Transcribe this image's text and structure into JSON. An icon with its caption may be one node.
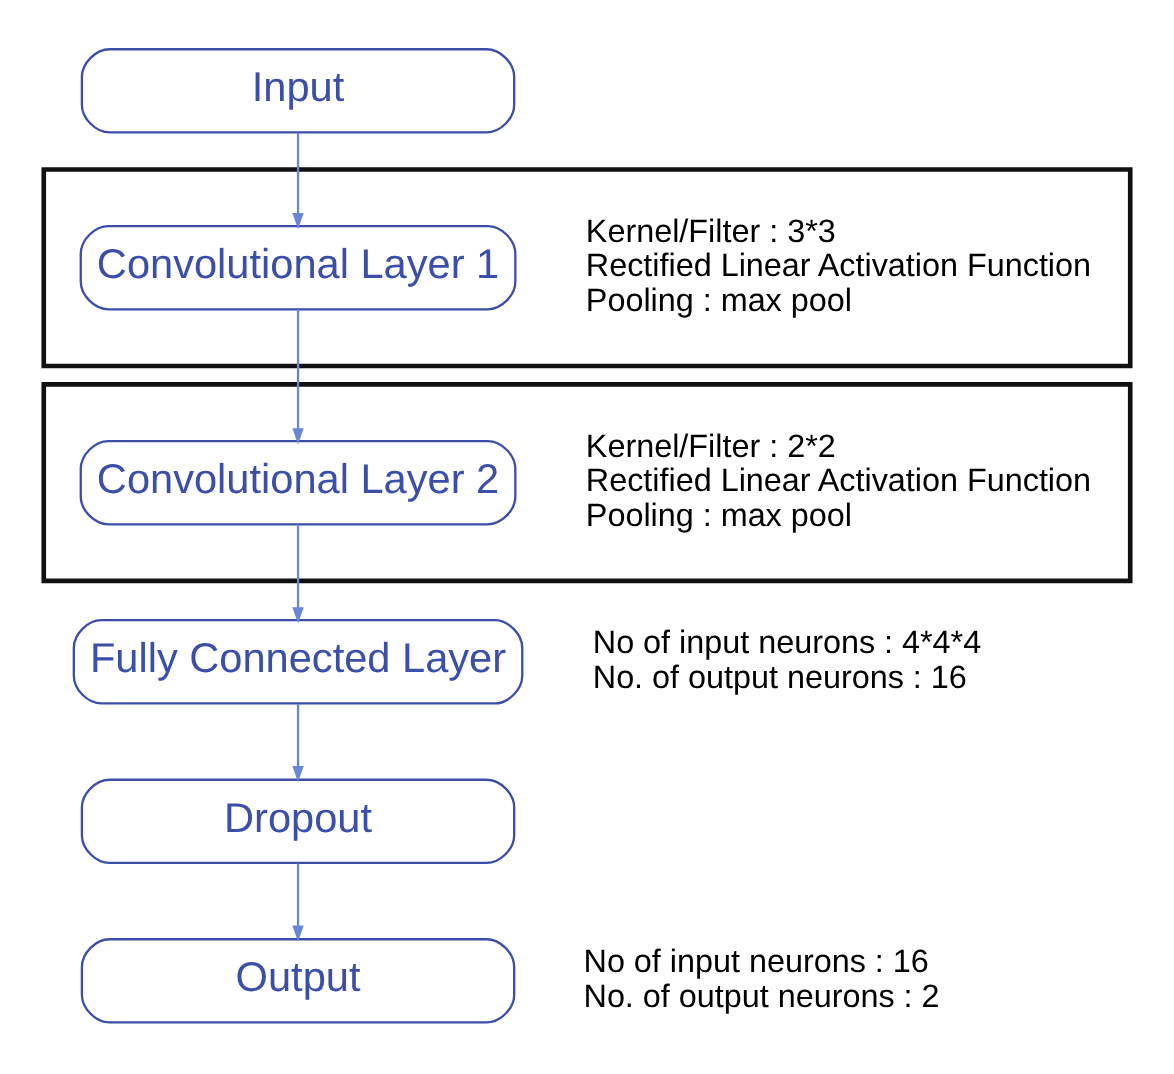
{
  "diagram": {
    "nodes": [
      {
        "text": [
          "Input"
        ]
      },
      {
        "text": [],
        "shape": "box"
      },
      {
        "text": [
          "Convolutional Layer 1"
        ],
        "in": 1,
        "beside": [
          "Kernel/Filter : 3*3",
          "Rectified Linear Activation Function",
          "Pooling : max pool"
        ]
      },
      {
        "text": [],
        "shape": "box"
      },
      {
        "text": [
          "Convolutional Layer 2"
        ],
        "in": 3,
        "beside": [
          "Kernel/Filter : 2*2",
          "Rectified Linear Activation Function",
          "Pooling : max pool"
        ]
      },
      {
        "text": [
          "Fully Connected Layer"
        ],
        "beside": [
          "No of input neurons : 4*4*4",
          "No. of output neurons : 16"
        ]
      },
      {
        "text": [
          "Dropout"
        ]
      },
      {
        "text": [
          "Output"
        ],
        "beside": [
          "No of input neurons : 16",
          "No. of output neurons : 2"
        ]
      }
    ],
    "edges": [
      {
        "from": 0,
        "to": 2,
        "arrow": "to"
      },
      {
        "from": 2,
        "to": 4,
        "arrow": "to"
      },
      {
        "from": 4,
        "to": 5,
        "arrow": "to"
      },
      {
        "from": 5,
        "to": 6,
        "arrow": "to"
      },
      {
        "from": 6,
        "to": 7,
        "arrow": "to"
      }
    ]
  }
}
